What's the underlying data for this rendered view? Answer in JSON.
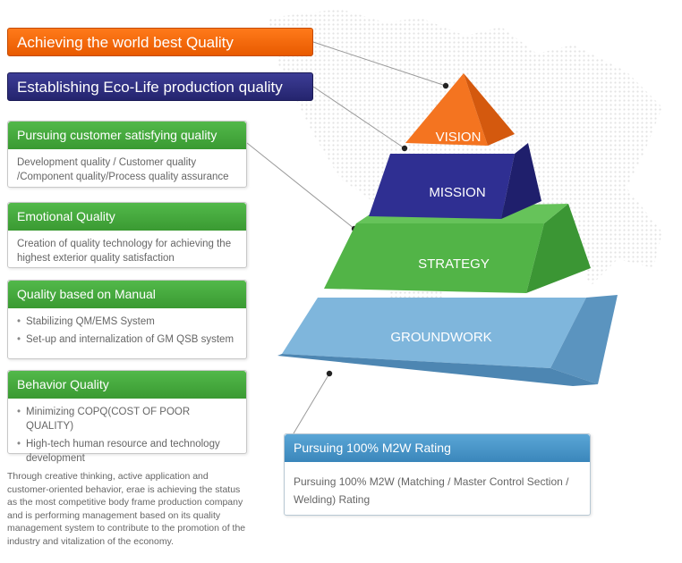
{
  "banners": {
    "quality": "Achieving the world best  Quality",
    "eco": "Establishing Eco-Life production quality"
  },
  "cards": [
    {
      "title": "Pursuing customer satisfying quality",
      "body": "Development quality / Customer quality /Component quality/Process quality assurance"
    },
    {
      "title": "Emotional Quality",
      "body": "Creation of quality technology for achieving the highest exterior quality satisfaction"
    },
    {
      "title": "Quality based on Manual",
      "items": [
        "Stabilizing QM/EMS System",
        "Set-up and internalization of GM QSB system"
      ]
    },
    {
      "title": "Behavior Quality",
      "items": [
        "Minimizing COPQ(COST OF POOR QUALITY)",
        "High-tech human resource and technology development"
      ]
    }
  ],
  "description": "Through creative thinking, active application and customer-oriented behavior, erae is achieving the status as the most competitive body frame production company and is performing management based on its quality management system to contribute to the promotion of the industry and vitalization of the economy.",
  "pyramid": {
    "tiers": [
      {
        "label": "VISION",
        "color": "#f2711c"
      },
      {
        "label": "MISSION",
        "color": "#2b2b8c"
      },
      {
        "label": "STRATEGY",
        "color": "#4cab3e"
      },
      {
        "label": "GROUNDWORK",
        "color": "#6fa8d2"
      }
    ]
  },
  "m2w": {
    "title": "Pursuing 100% M2W Rating",
    "body": "Pursuing 100%  M2W (Matching / Master Control Section / Welding) Rating"
  }
}
